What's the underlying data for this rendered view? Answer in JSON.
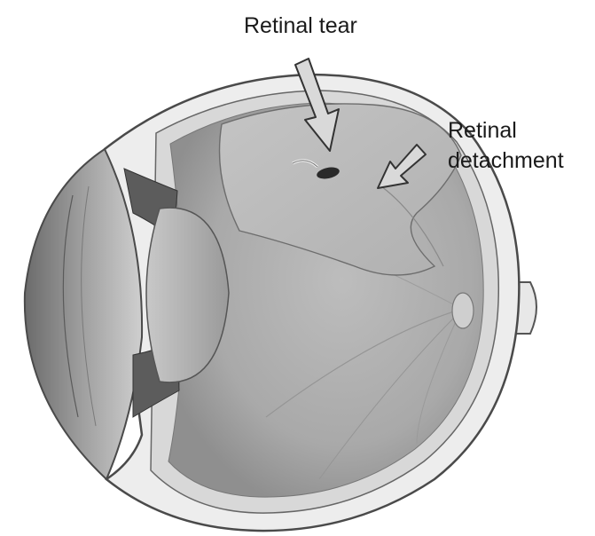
{
  "labels": {
    "retinal_tear": "Retinal tear",
    "retinal_detachment_line1": "Retinal",
    "retinal_detachment_line2": "detachment"
  },
  "colors": {
    "background": "#ffffff",
    "label_text": "#1a1a1a",
    "arrow_fill": "#d9d9d9",
    "arrow_stroke": "#333333"
  }
}
